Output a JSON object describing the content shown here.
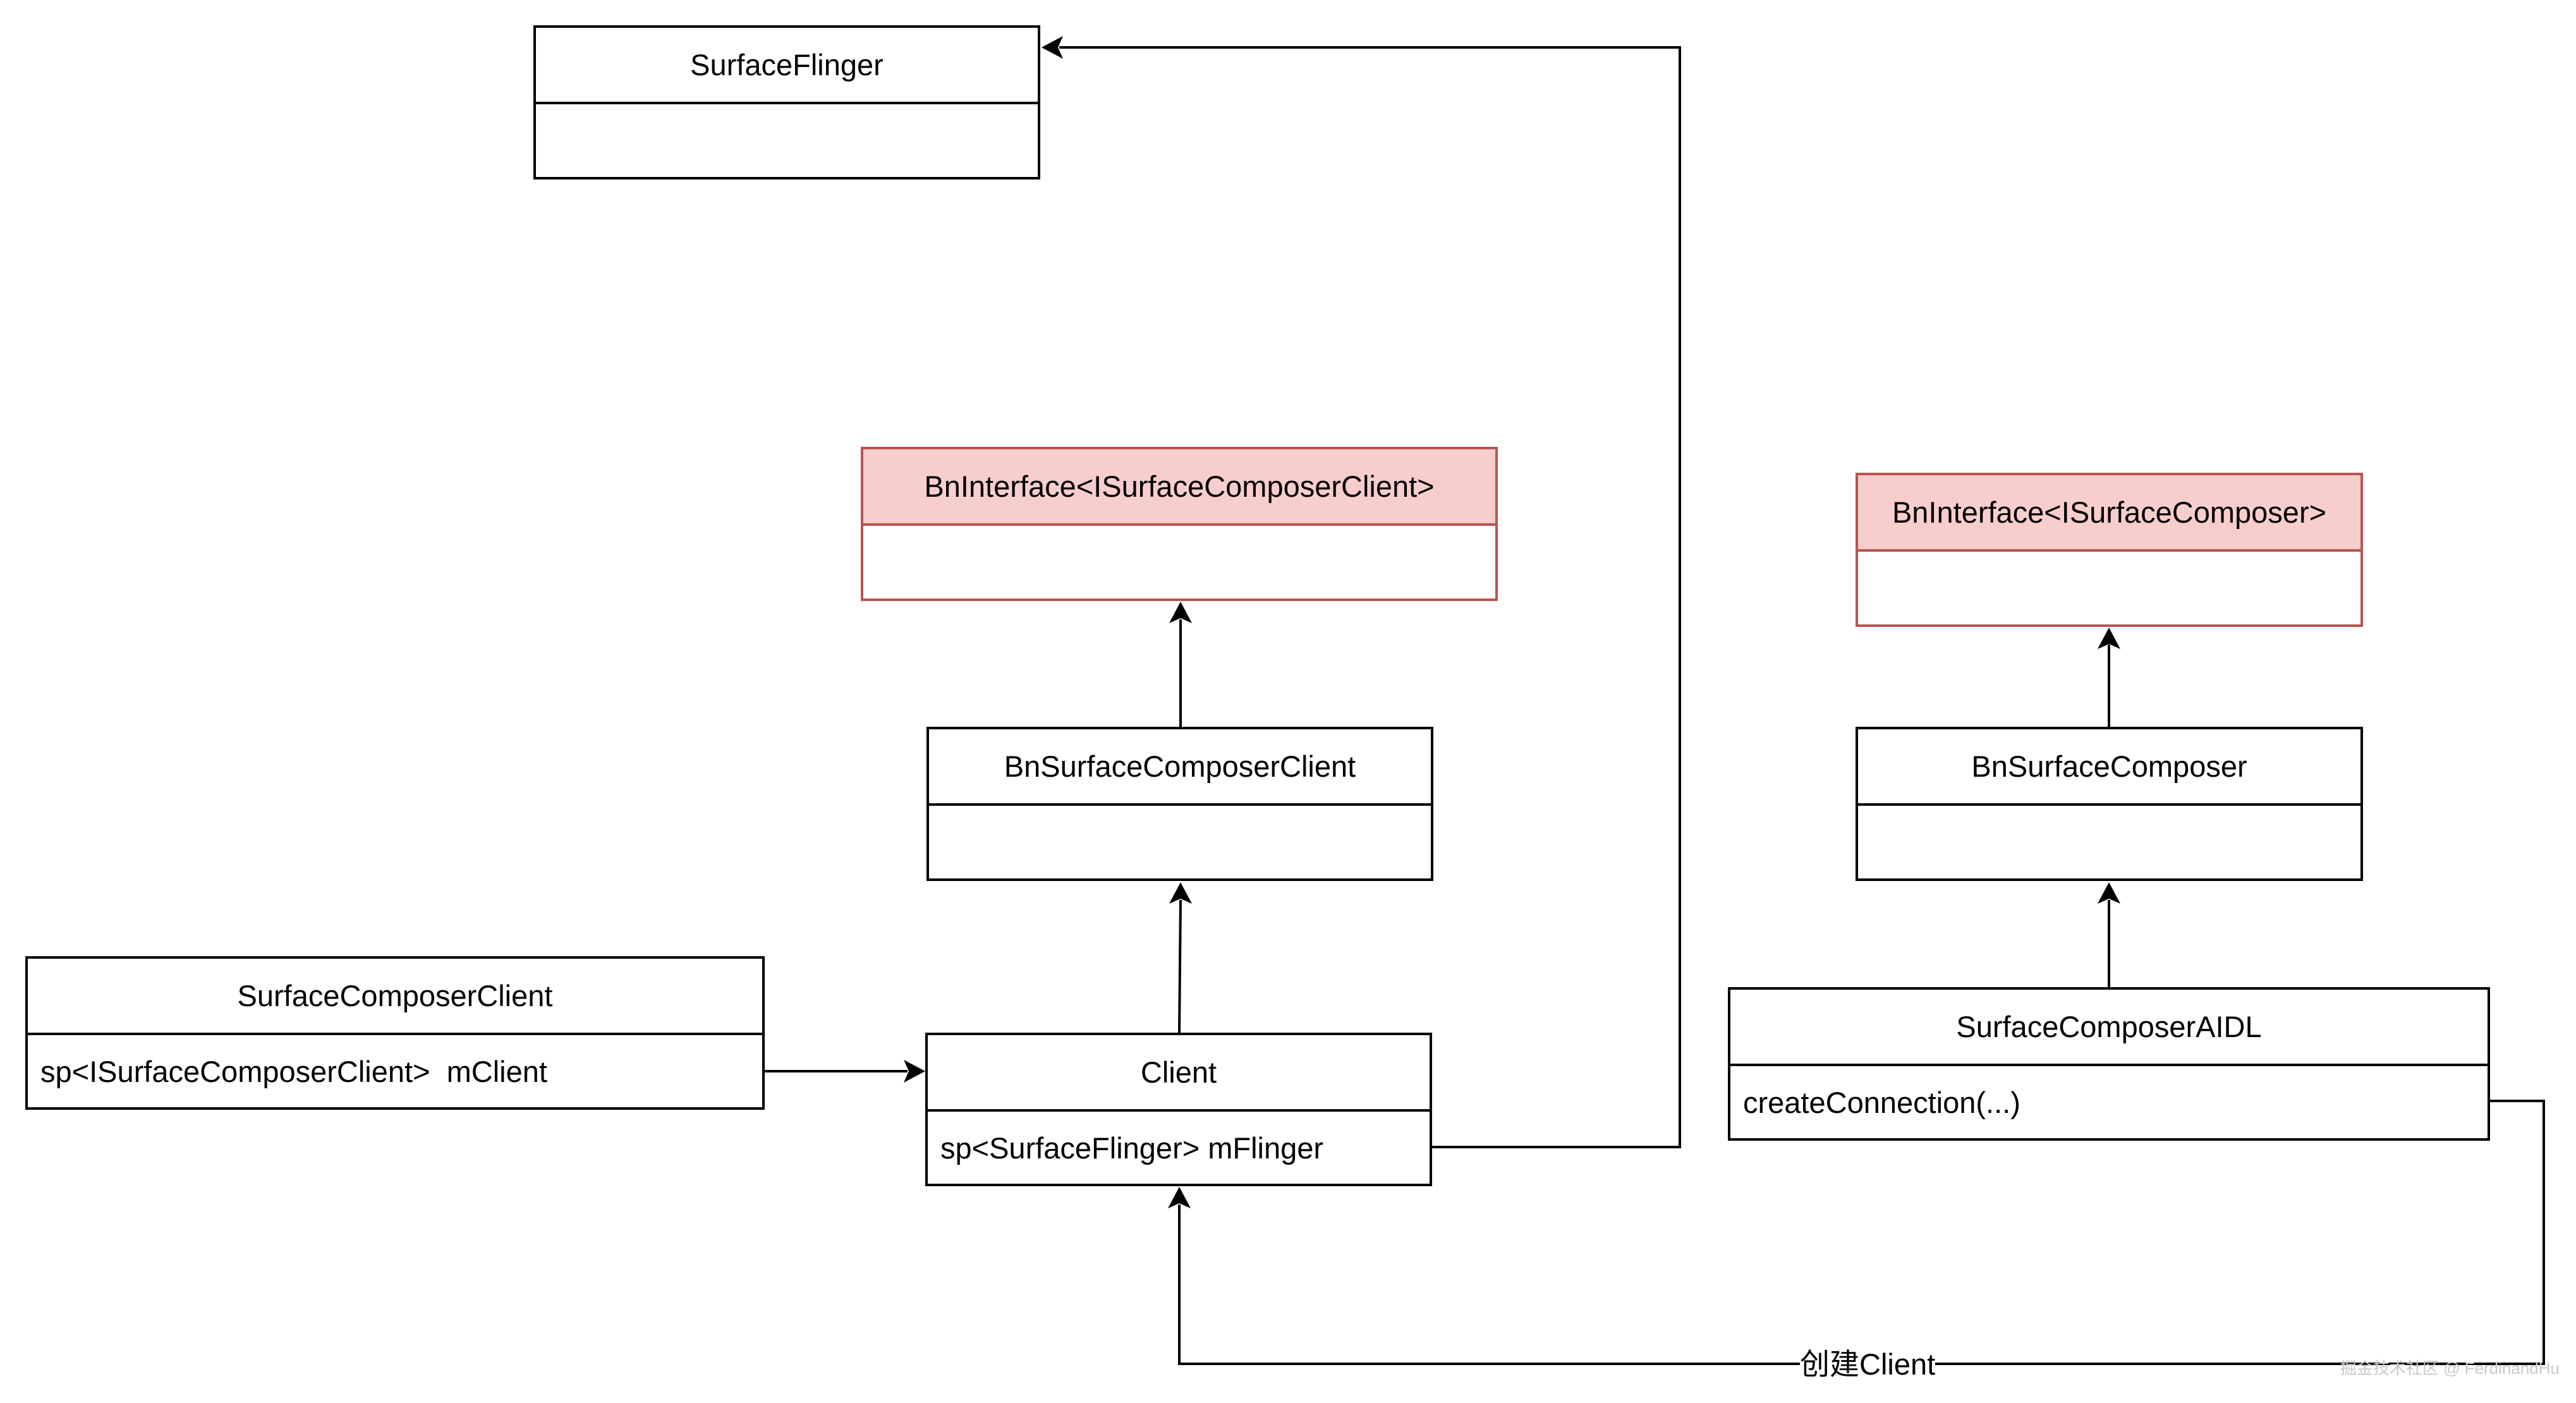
{
  "classes": {
    "surface_flinger": {
      "name": "SurfaceFlinger",
      "members": ""
    },
    "bn_interface_client": {
      "name": "BnInterface<ISurfaceComposerClient>",
      "members": ""
    },
    "bn_surface_composer_client": {
      "name": "BnSurfaceComposerClient",
      "members": ""
    },
    "surface_composer_client": {
      "name": "SurfaceComposerClient",
      "members": "sp<ISurfaceComposerClient>  mClient"
    },
    "client": {
      "name": "Client",
      "members": "sp<SurfaceFlinger> mFlinger"
    },
    "bn_interface_composer": {
      "name": "BnInterface<ISurfaceComposer>",
      "members": ""
    },
    "bn_surface_composer": {
      "name": "BnSurfaceComposer",
      "members": ""
    },
    "surface_composer_aidl": {
      "name": "SurfaceComposerAIDL",
      "members": "createConnection(...)"
    }
  },
  "edges": {
    "create_client_label": "创建Client"
  },
  "watermark": "掘金技术社区 @ FerdinandHu",
  "colors": {
    "interface_fill": "#f8cecc",
    "interface_stroke": "#b85450",
    "line": "#000000"
  }
}
